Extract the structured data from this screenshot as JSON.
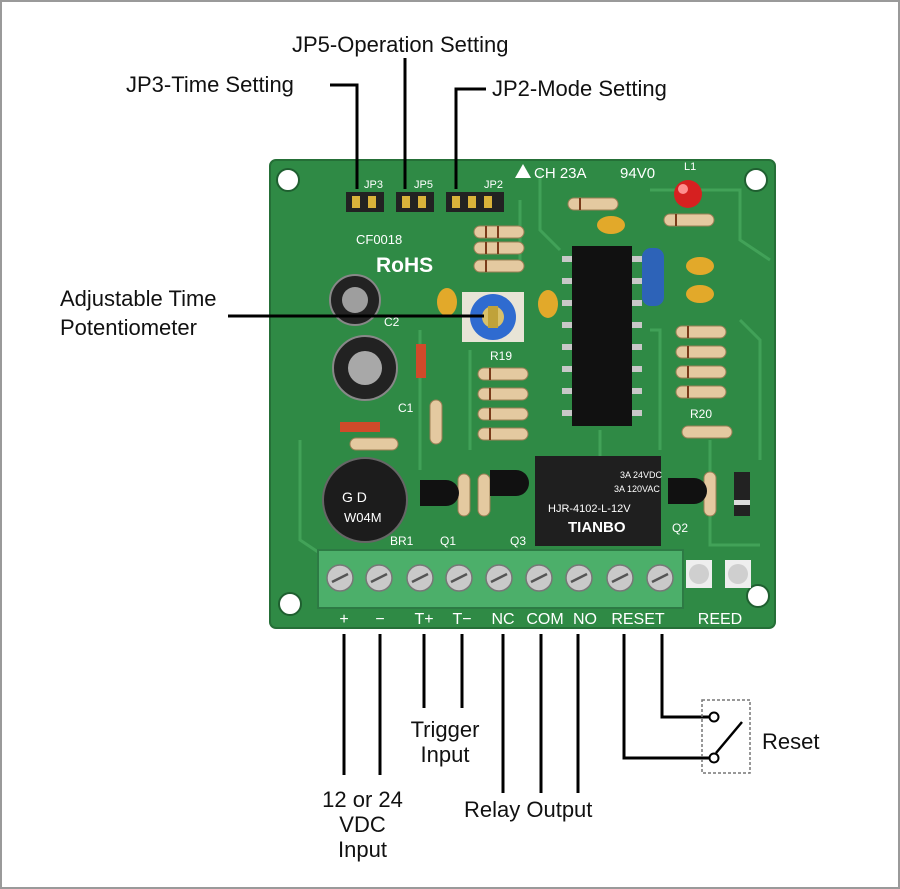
{
  "callouts": {
    "jp5": "JP5-Operation Setting",
    "jp3": "JP3-Time Setting",
    "jp2": "JP2-Mode Setting",
    "pot_line1": "Adjustable Time",
    "pot_line2": "Potentiometer",
    "trigger_line1": "Trigger",
    "trigger_line2": "Input",
    "power_line1": "12 or 24",
    "power_line2": "VDC",
    "power_line3": "Input",
    "relay": "Relay Output",
    "reset": "Reset"
  },
  "board": {
    "jp3": "JP3",
    "jp5": "JP5",
    "jp2": "JP2",
    "marking": "CH 23A",
    "rating": "94V0",
    "part": "CF0018",
    "rohs": "RoHS",
    "l1": "L1",
    "c2": "C2",
    "c1": "C1",
    "r19": "R19",
    "r20": "R20",
    "br1": "BR1",
    "q1": "Q1",
    "q3": "Q3",
    "q2": "Q2",
    "bridge_brand": "G D",
    "bridge_part": "W04M",
    "relay_rating1": "3A 24VDC",
    "relay_rating2": "3A 120VAC",
    "relay_part": "HJR-4102-L-12V",
    "relay_brand": "TIANBO",
    "terminals": [
      "+",
      "−",
      "T+",
      "T−",
      "NC",
      "COM",
      "NO",
      "RESET",
      "REED"
    ]
  },
  "colors": {
    "pcb": "#2f8a45",
    "pcb_trace": "#45a65c",
    "terminal_block": "#4caf6a",
    "relay": "#1f1f1f",
    "pot": "#2f6bd0",
    "led": "#d62020"
  }
}
